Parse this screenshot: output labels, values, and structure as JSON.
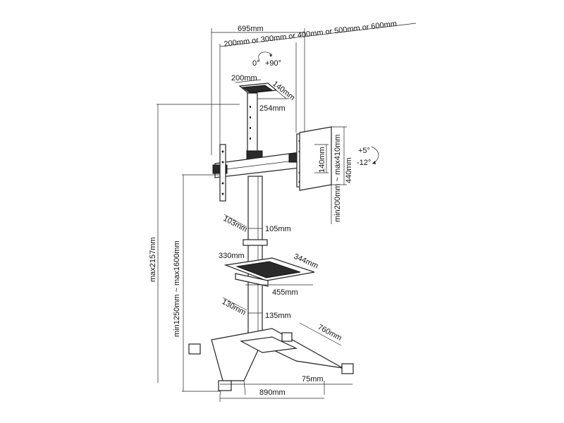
{
  "dims": {
    "top_width": "695mm",
    "vesa_options": "200mm or 300mm or 400mm or 500mm or 600mm",
    "rotation_0": "0°",
    "rotation_90": "+90°",
    "cam_width": "200mm",
    "cam_depth": "140mm",
    "cam_height": "254mm",
    "bracket_inner": "140mm",
    "bracket_range": "min200mm ~ max410mm",
    "bracket_outer": "440mm",
    "tilt_up": "+5°",
    "tilt_down": "-12°",
    "max_height": "max2157mm",
    "height_range": "min1250mm ~ max1600mm",
    "pole_depth_upper": "103mm",
    "pole_width_upper": "105mm",
    "shelf_depth": "330mm",
    "shelf_width": "344mm",
    "shelf_length": "455mm",
    "pole_depth_lower": "130mm",
    "pole_width_lower": "135mm",
    "base_depth": "760mm",
    "base_width": "890mm",
    "wheel": "75mm"
  }
}
